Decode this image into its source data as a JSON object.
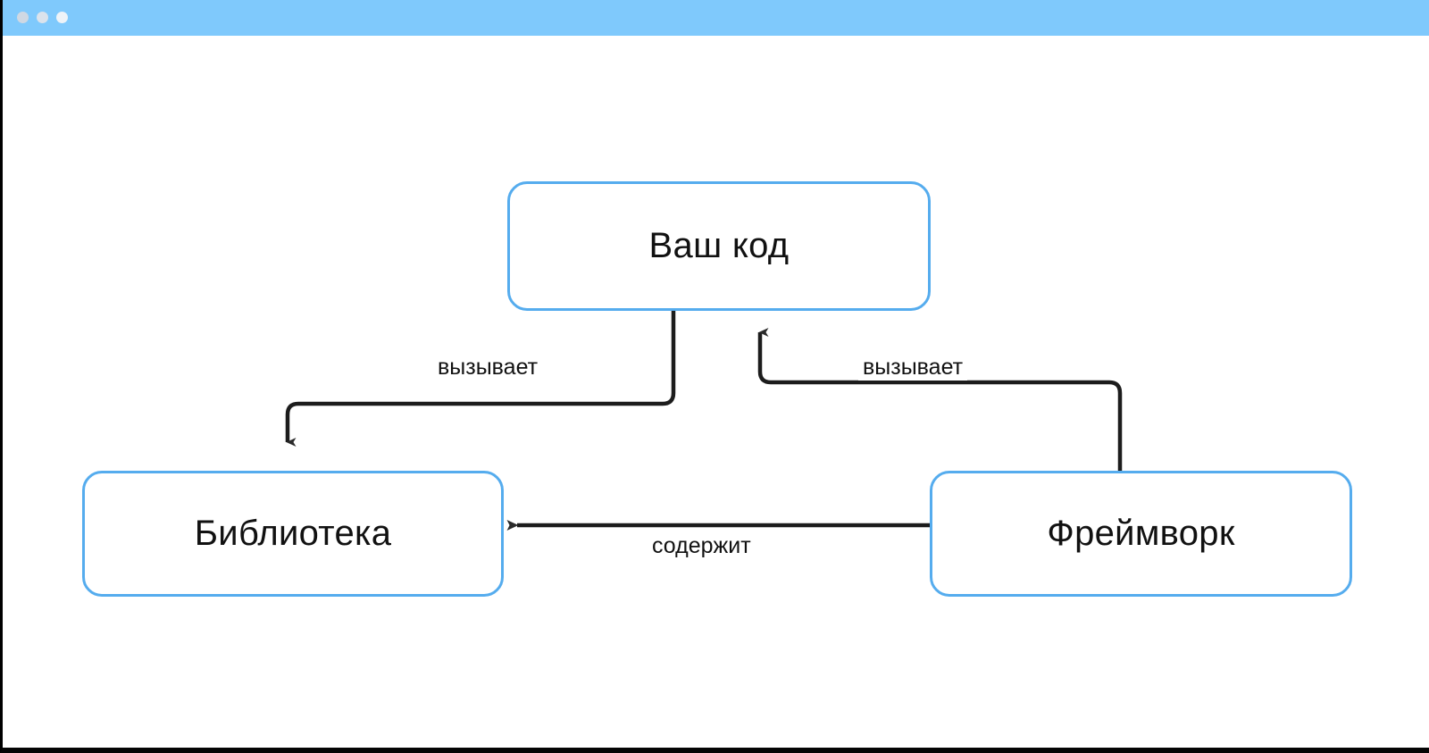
{
  "window": {
    "titlebar": {
      "color": "#7fc9fc",
      "controls": [
        {
          "name": "window-dot-close",
          "color": "#cfd8e3"
        },
        {
          "name": "window-dot-minimize",
          "color": "#dbe3ec"
        },
        {
          "name": "window-dot-maximize",
          "color": "#eef3f8"
        }
      ]
    },
    "canvas_background": "#ffffff"
  },
  "diagram": {
    "type": "flowchart",
    "node_border_color": "#55acee",
    "node_fill_color": "#ffffff",
    "edge_color": "#1c1c1c",
    "text_color": "#111111",
    "nodes": [
      {
        "id": "your-code",
        "label": "Ваш код"
      },
      {
        "id": "library",
        "label": "Библиотека"
      },
      {
        "id": "framework",
        "label": "Фреймворк"
      }
    ],
    "edges": [
      {
        "id": "your-code-to-library",
        "from": "your-code",
        "to": "library",
        "label": "вызывает"
      },
      {
        "id": "framework-to-your-code",
        "from": "framework",
        "to": "your-code",
        "label": "вызывает"
      },
      {
        "id": "framework-to-library",
        "from": "framework",
        "to": "library",
        "label": "содержит"
      }
    ]
  }
}
